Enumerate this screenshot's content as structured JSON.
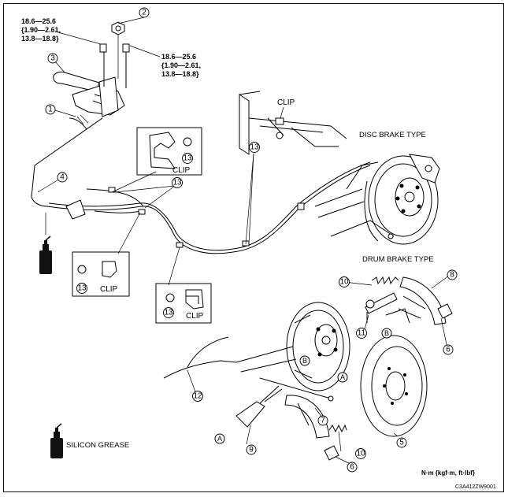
{
  "torque_spec_1": [
    "18.6—25.6",
    "{1.90—2.61,",
    "13.8—18.8}"
  ],
  "torque_spec_2": [
    "18.6—25.6",
    "{1.90—2.61,",
    "13.8—18.8}"
  ],
  "labels": {
    "disc_brake_type": "DISC BRAKE TYPE",
    "drum_brake_type": "DRUM BRAKE TYPE",
    "clip": "CLIP",
    "silicon_grease": "SILICON GREASE",
    "units": "N·m {kgf·m, ft·lbf}",
    "figure_code": "C3A412ZW9001",
    "ref_a": "A",
    "ref_b": "B"
  },
  "callouts": {
    "c1": "1",
    "c2": "2",
    "c3": "3",
    "c4": "4",
    "c5": "5",
    "c6": "6",
    "c7": "7",
    "c8": "8",
    "c9": "9",
    "c10": "10",
    "c11": "11",
    "c12": "12",
    "c13": "13"
  }
}
